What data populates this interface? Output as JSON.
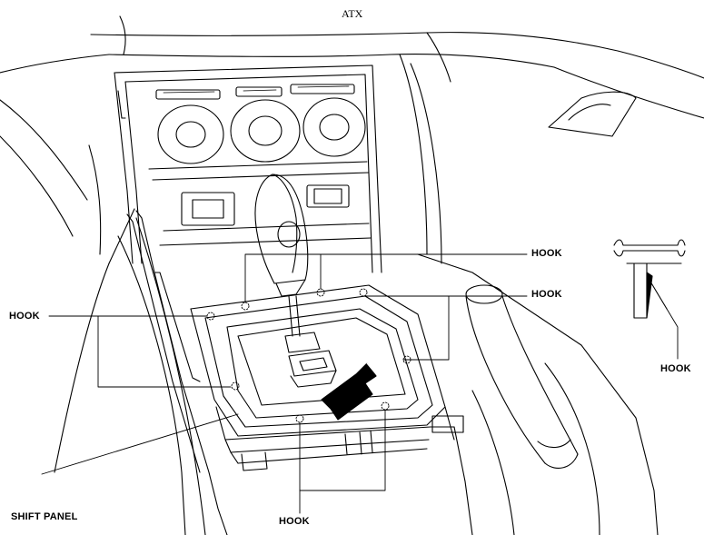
{
  "title": "ATX",
  "labels": {
    "hook_top": "HOOK",
    "hook_right": "HOOK",
    "hook_left": "HOOK",
    "hook_detail": "HOOK",
    "hook_bottom": "HOOK",
    "shift_panel": "SHIFT PANEL"
  }
}
